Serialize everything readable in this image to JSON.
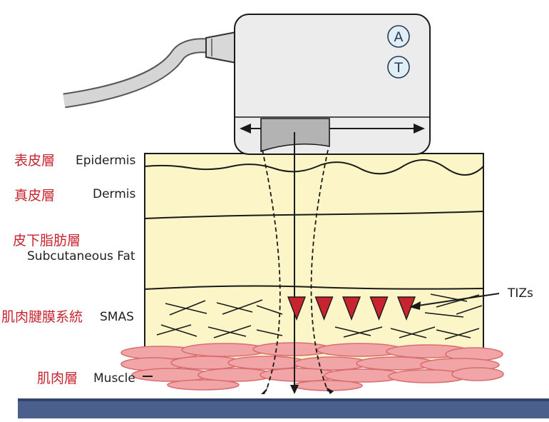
{
  "device": {
    "buttons": [
      {
        "label": "A"
      },
      {
        "label": "T"
      }
    ]
  },
  "layers": [
    {
      "cn": "表皮層",
      "en": "Epidermis"
    },
    {
      "cn": "真皮層",
      "en": "Dermis"
    },
    {
      "cn": "皮下脂肪層",
      "en": "Subcutaneous Fat"
    },
    {
      "cn": "肌肉腱膜系統",
      "en": "SMAS"
    },
    {
      "cn": "肌肉層",
      "en": "Muscle"
    }
  ],
  "tizs": {
    "label": "TIZs",
    "count": 5
  },
  "colors": {
    "skin": "#fcf5c7",
    "muscle": "#f2a5a6",
    "tiz": "#c8242f",
    "label_cn": "#c8242f",
    "device": "#ececec",
    "bottom_bar": "#4a5f8c",
    "button": "#dfeef7"
  }
}
